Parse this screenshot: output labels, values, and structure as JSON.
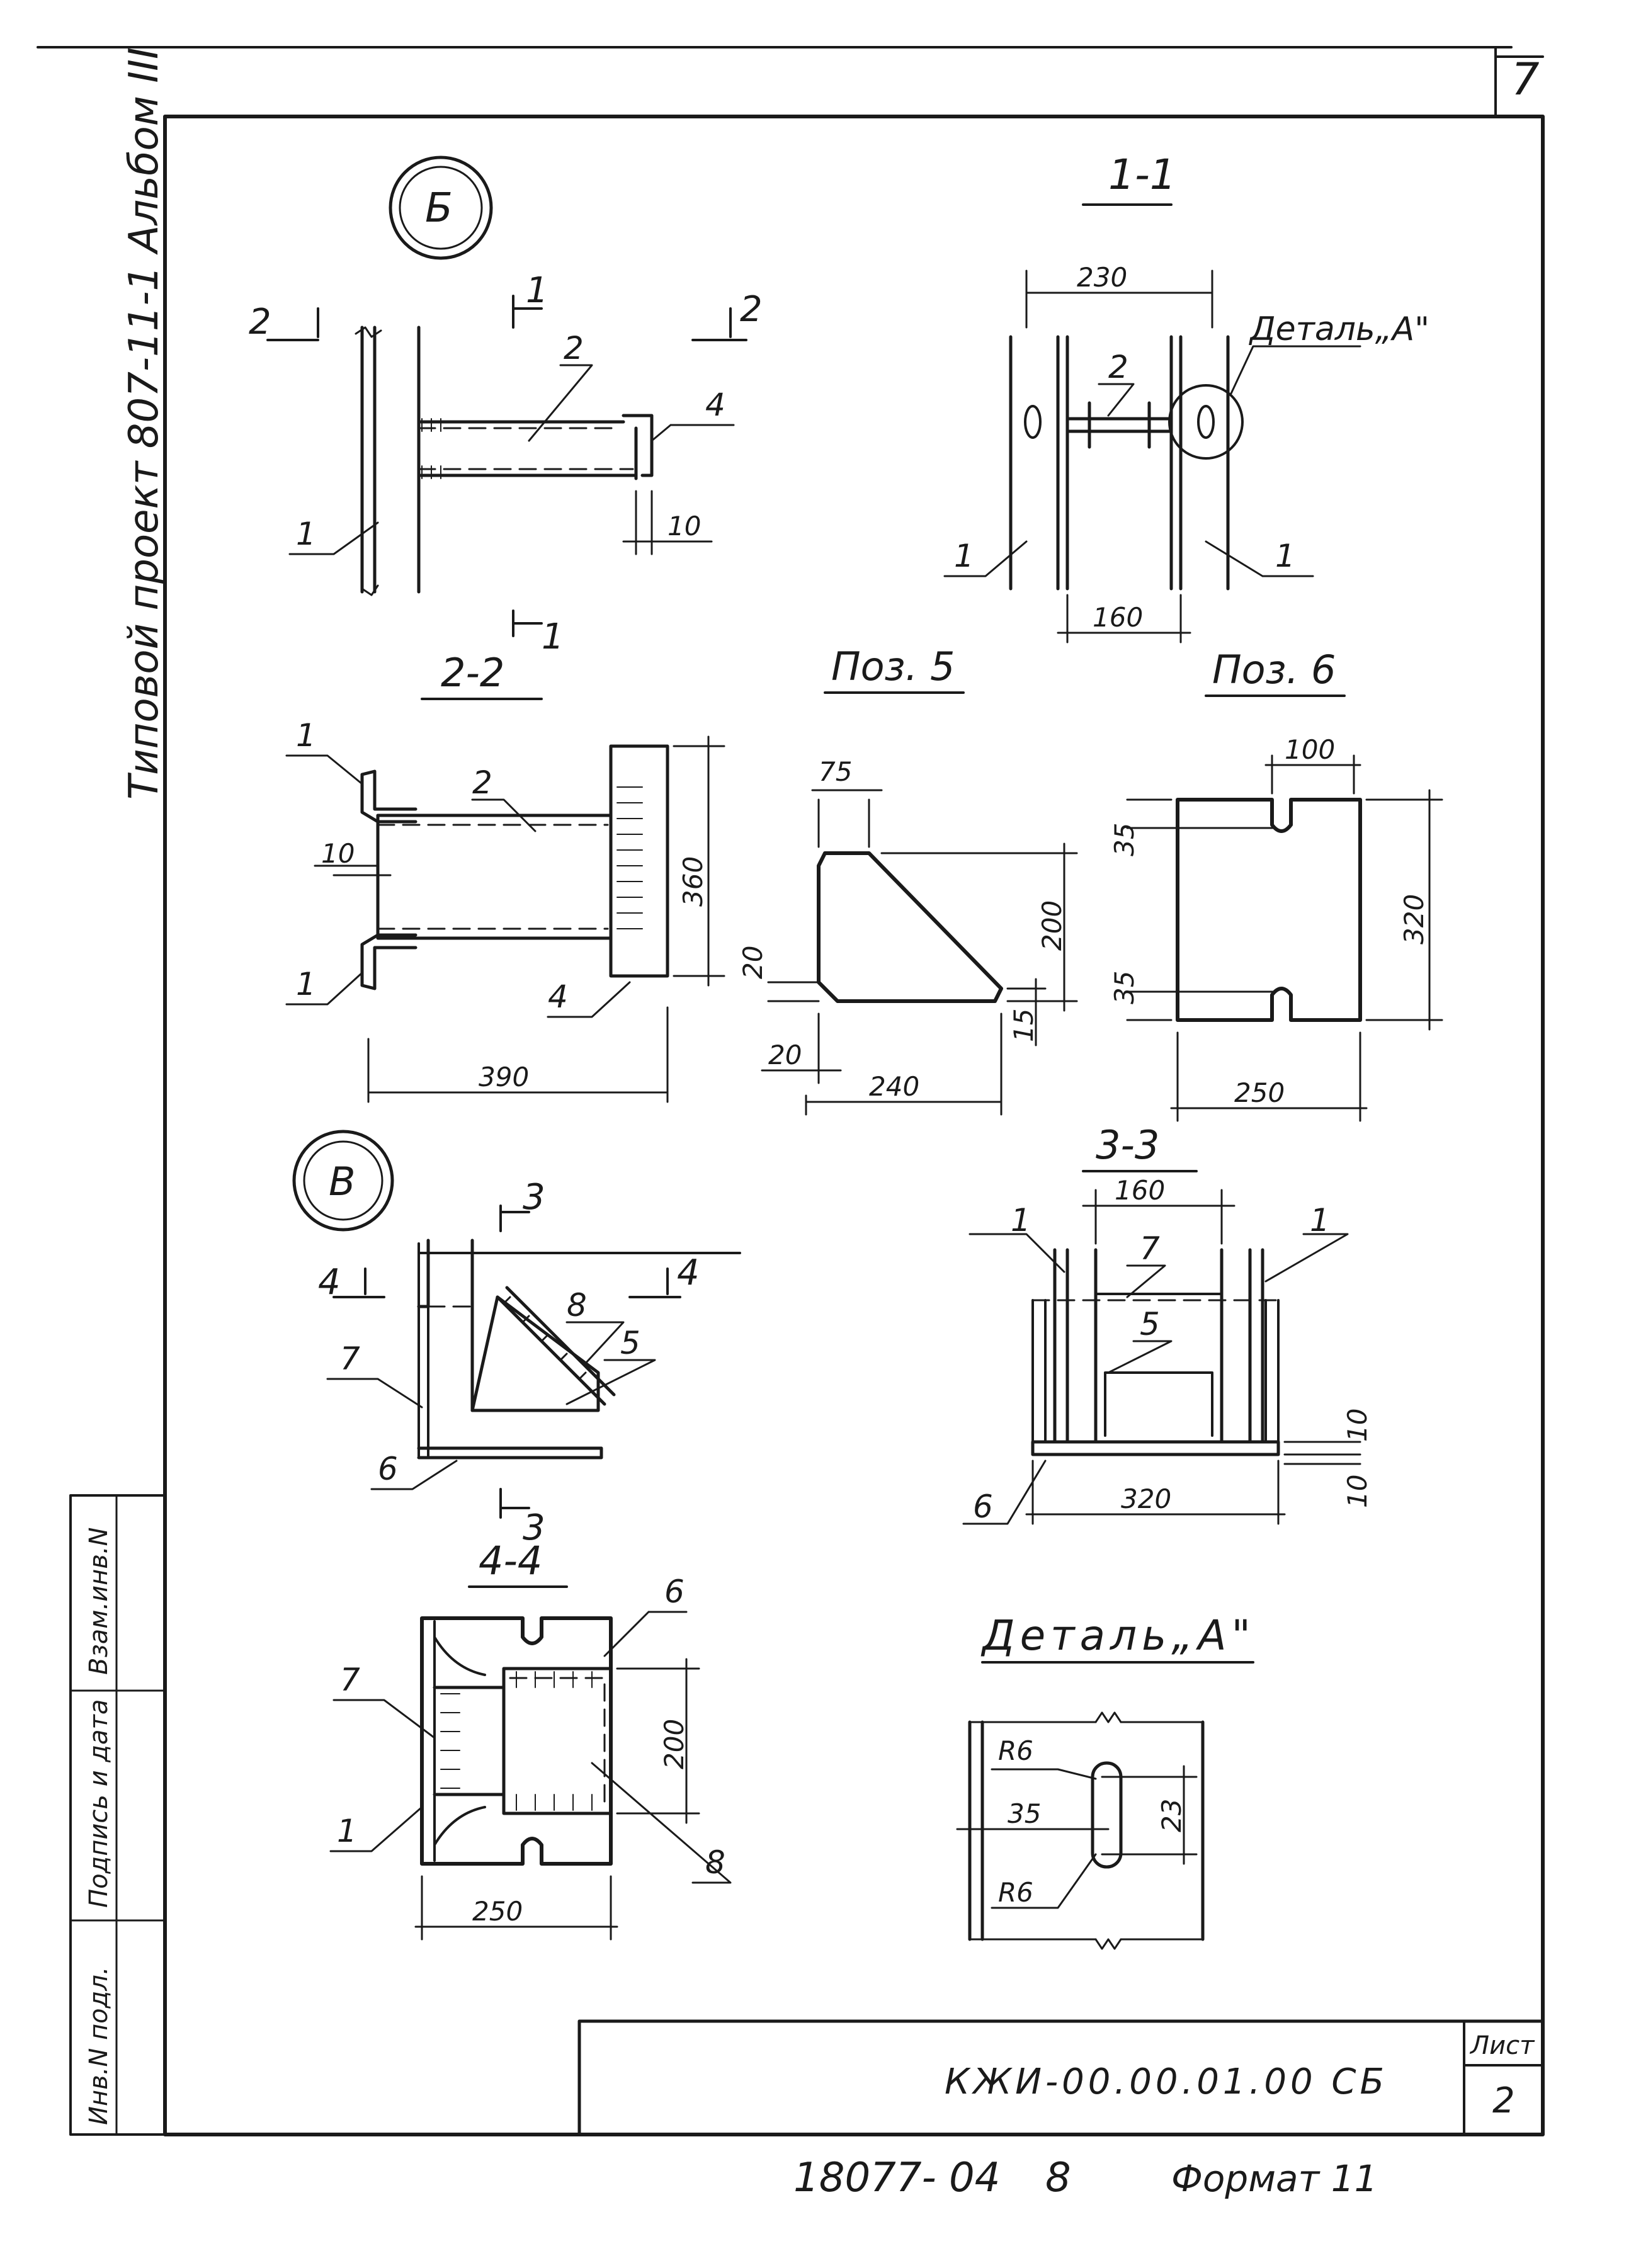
{
  "sheet": {
    "page_number": "7",
    "album_title": "Типовой проект 807-11-1   Альбом III",
    "archive_number": "18077- 04",
    "copy_number": "8",
    "format": "Формат 11"
  },
  "title_block": {
    "designation": "КЖИ-00.00.01.00 СБ",
    "sheet_label": "Лист",
    "sheet_number": "2"
  },
  "side_stamp": {
    "inv_orig": "Инв.N подл.",
    "sign_date": "Подпись и дата",
    "replace_inv": "Взам.инв.N"
  },
  "views": {
    "b": {
      "marker": "Б",
      "cut_1": "1",
      "cut_2": "2",
      "labels": [
        "1",
        "2",
        "4"
      ],
      "dims": [
        "10"
      ]
    },
    "s11": {
      "title": "1-1",
      "detail_ref": "Деталь„А\"",
      "labels": [
        "1",
        "1",
        "2"
      ],
      "dims": [
        "230",
        "160"
      ]
    },
    "s22": {
      "title": "2-2",
      "labels": [
        "1",
        "1",
        "2",
        "4"
      ],
      "dims": [
        "10",
        "360",
        "390"
      ]
    },
    "pos5": {
      "title": "Поз. 5",
      "dims": [
        "75",
        "200",
        "20",
        "20",
        "15",
        "240"
      ]
    },
    "pos6": {
      "title": "Поз. 6",
      "dims": [
        "100",
        "35",
        "35",
        "320",
        "250"
      ]
    },
    "v": {
      "marker": "В",
      "cut_3": "3",
      "cut_4": "4",
      "labels": [
        "7",
        "8",
        "5",
        "6"
      ]
    },
    "s33": {
      "title": "3-3",
      "labels": [
        "1",
        "1",
        "7",
        "5",
        "6"
      ],
      "dims": [
        "160",
        "10",
        "10",
        "320"
      ]
    },
    "s44": {
      "title": "4-4",
      "labels": [
        "6",
        "7",
        "1",
        "8"
      ],
      "dims": [
        "200",
        "250"
      ]
    },
    "detail_a": {
      "title": "Деталь„А\"",
      "radius_top": "R6",
      "radius_bottom": "R6",
      "dims": [
        "35",
        "23"
      ]
    }
  }
}
